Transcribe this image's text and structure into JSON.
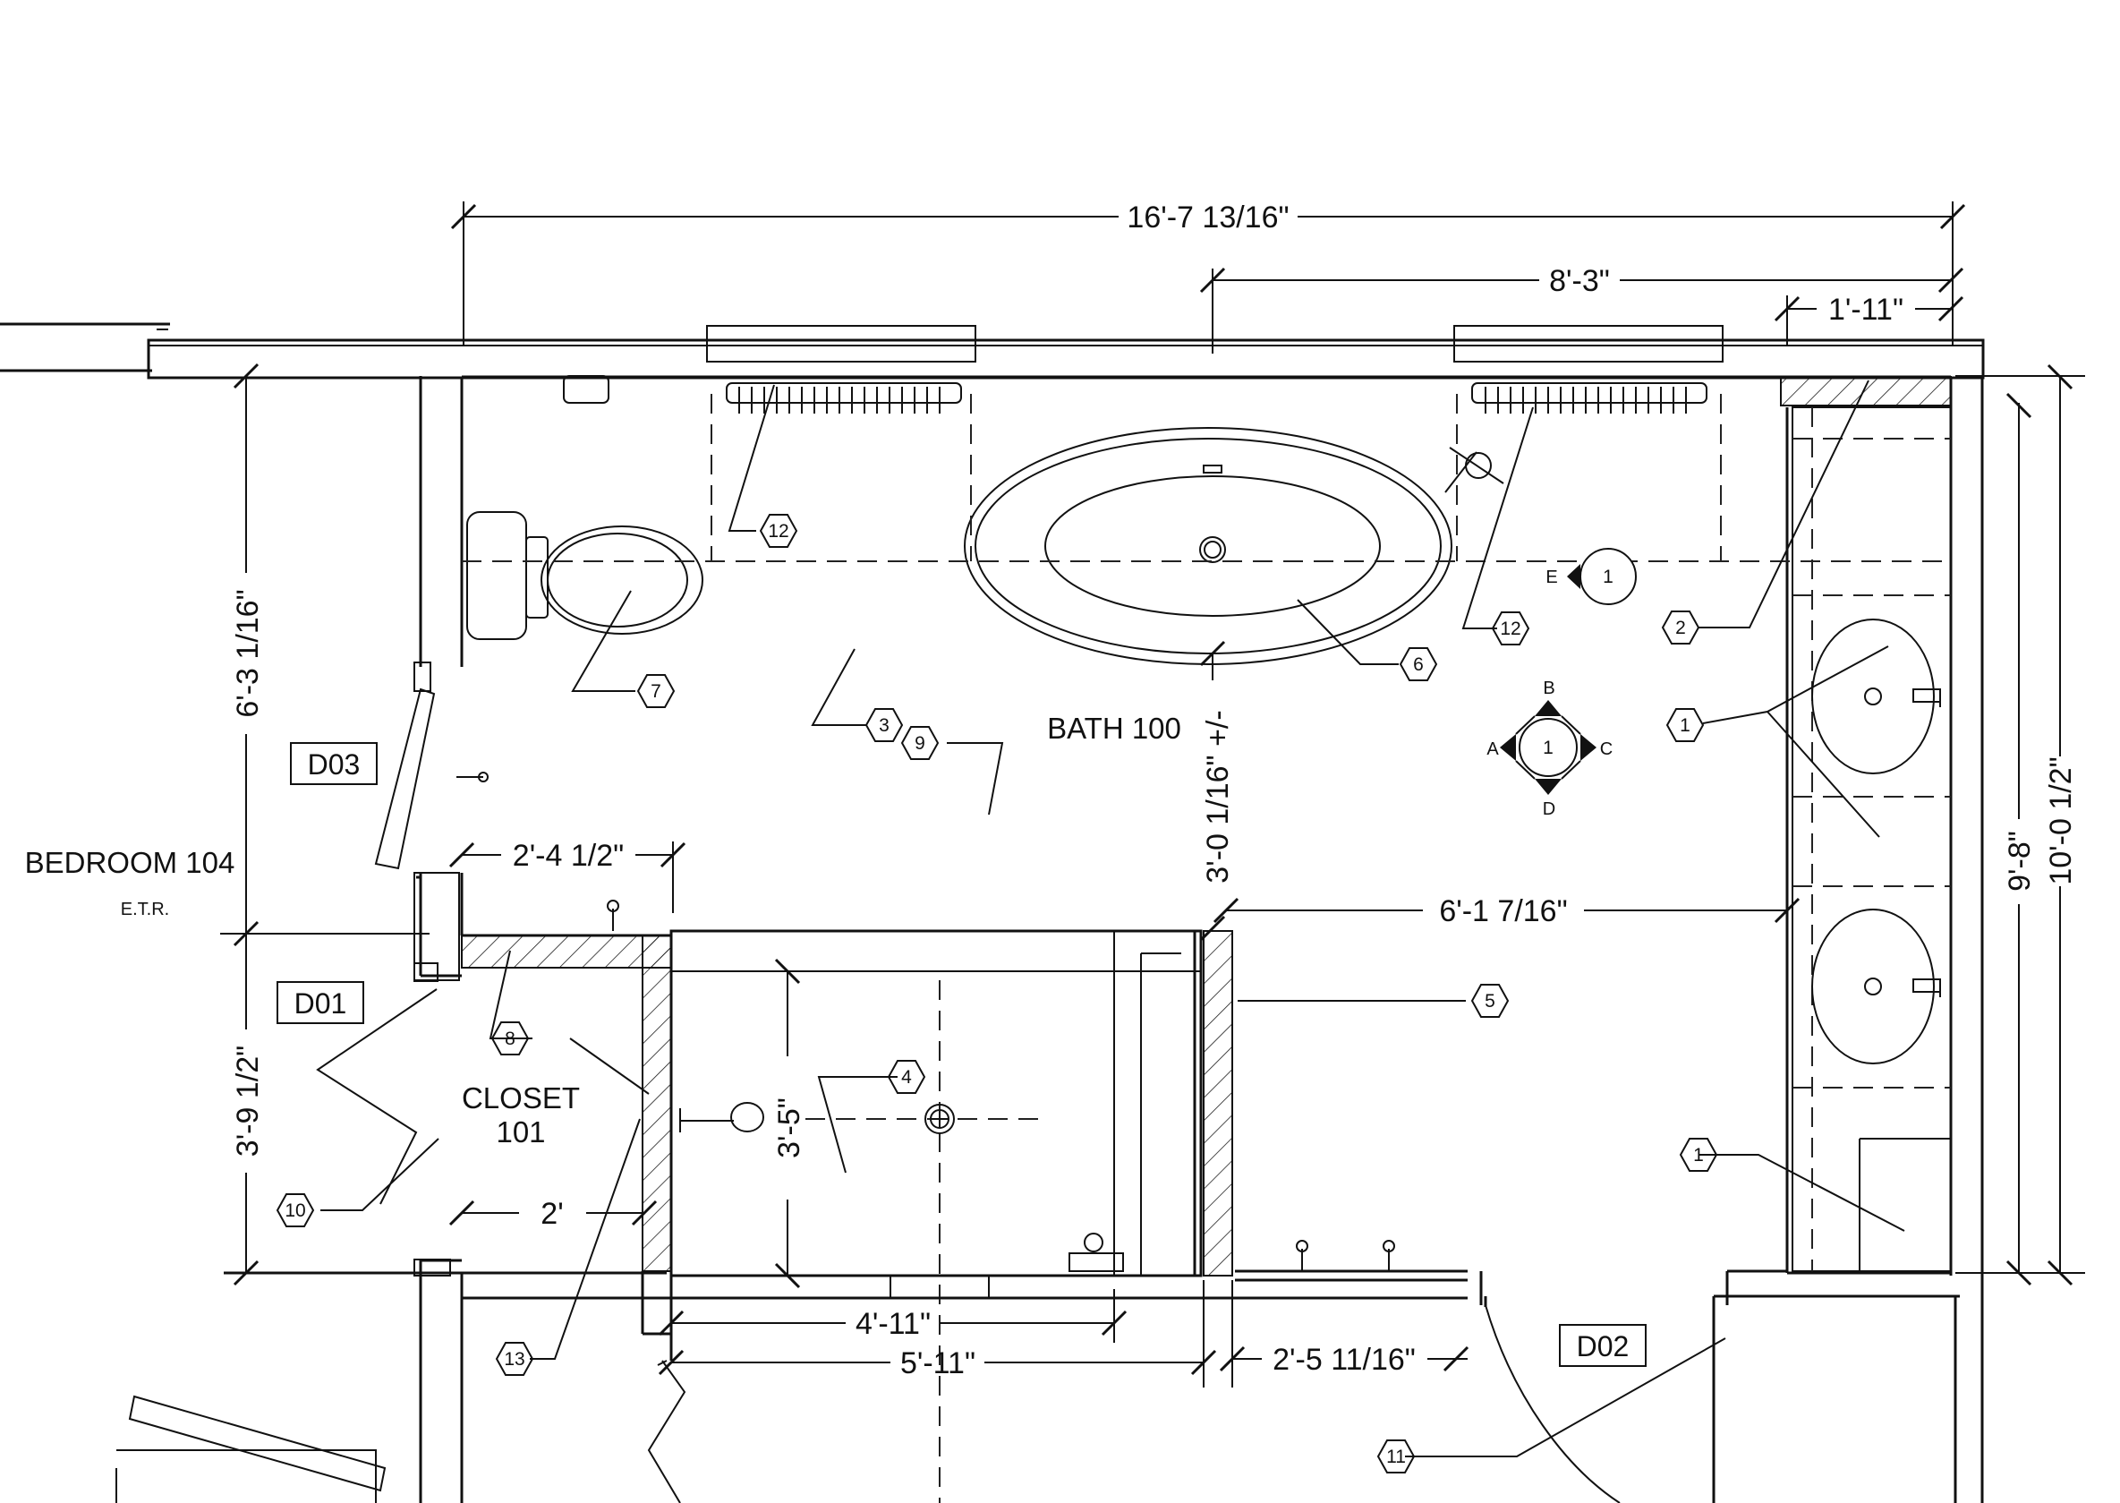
{
  "dimensions": {
    "overall_width": "16'-7 13/16\"",
    "width_right": "8'-3\"",
    "width_vanity": "1'-11\"",
    "door_to_wall": "2'-4 1/2\"",
    "shower_to_vanity": "6'-1 7/16\"",
    "bath_depth": "3'-0 1/16\" +/-",
    "shower_depth": "3'-5\"",
    "closet_width": "2'",
    "shower_inner": "4'-11\"",
    "shower_outer": "5'-11\"",
    "door_offset": "2'-5 11/16\"",
    "left_upper": "6'-3 1/16\"",
    "left_lower": "3'-9 1/2\"",
    "right_inner": "9'-8\"",
    "right_outer": "10'-0 1/2\""
  },
  "rooms": {
    "bath": "BATH 100",
    "closet_line1": "CLOSET",
    "closet_line2": "101",
    "bedroom": "BEDROOM 104",
    "bedroom_note": "E.T.R."
  },
  "doors": {
    "d01": "D01",
    "d02": "D02",
    "d03": "D03"
  },
  "keynotes": {
    "k1a": "1",
    "k1b": "1",
    "k2": "2",
    "k3": "3",
    "k4": "4",
    "k5": "5",
    "k6": "6",
    "k7": "7",
    "k8": "8",
    "k9": "9",
    "k10": "10",
    "k11": "11",
    "k12a": "12",
    "k12b": "12",
    "k13": "13"
  },
  "elevation_marker": {
    "number": "1",
    "a": "A",
    "b": "B",
    "c": "C",
    "d": "D"
  },
  "section_marker": {
    "letter": "E",
    "number": "1"
  }
}
